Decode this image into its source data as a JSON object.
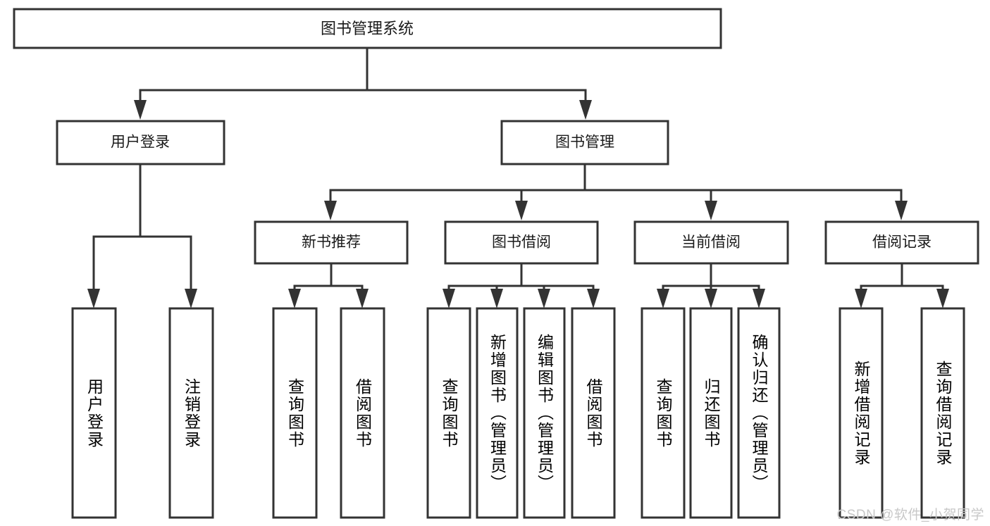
{
  "diagram": {
    "title": "图书管理系统",
    "type": "hierarchy-tree",
    "watermark": "CSDN @软件_小贺同学",
    "colors": {
      "stroke": "#333333",
      "box_fill": "#ffffff",
      "text": "#1a1a1a",
      "watermark": "#c8c8c8",
      "background": "#ffffff"
    },
    "levels": {
      "root": {
        "label": "图书管理系统"
      },
      "level2": [
        {
          "label": "用户登录"
        },
        {
          "label": "图书管理"
        }
      ],
      "level3": [
        {
          "label": "新书推荐"
        },
        {
          "label": "图书借阅"
        },
        {
          "label": "当前借阅"
        },
        {
          "label": "借阅记录"
        }
      ]
    },
    "leaves": {
      "user_login": [
        {
          "label": "用户登录"
        },
        {
          "label": "注销登录"
        }
      ],
      "new_book_recommend": [
        {
          "label": "查询图书"
        },
        {
          "label": "借阅图书"
        }
      ],
      "book_borrow": [
        {
          "label": "查询图书"
        },
        {
          "label": "新增图书（管理员）"
        },
        {
          "label": "编辑图书（管理员）"
        },
        {
          "label": "借阅图书"
        }
      ],
      "current_borrow": [
        {
          "label": "查询图书"
        },
        {
          "label": "归还图书"
        },
        {
          "label": "确认归还（管理员）"
        }
      ],
      "borrow_record": [
        {
          "label": "新增借阅记录"
        },
        {
          "label": "查询借阅记录"
        }
      ]
    }
  }
}
